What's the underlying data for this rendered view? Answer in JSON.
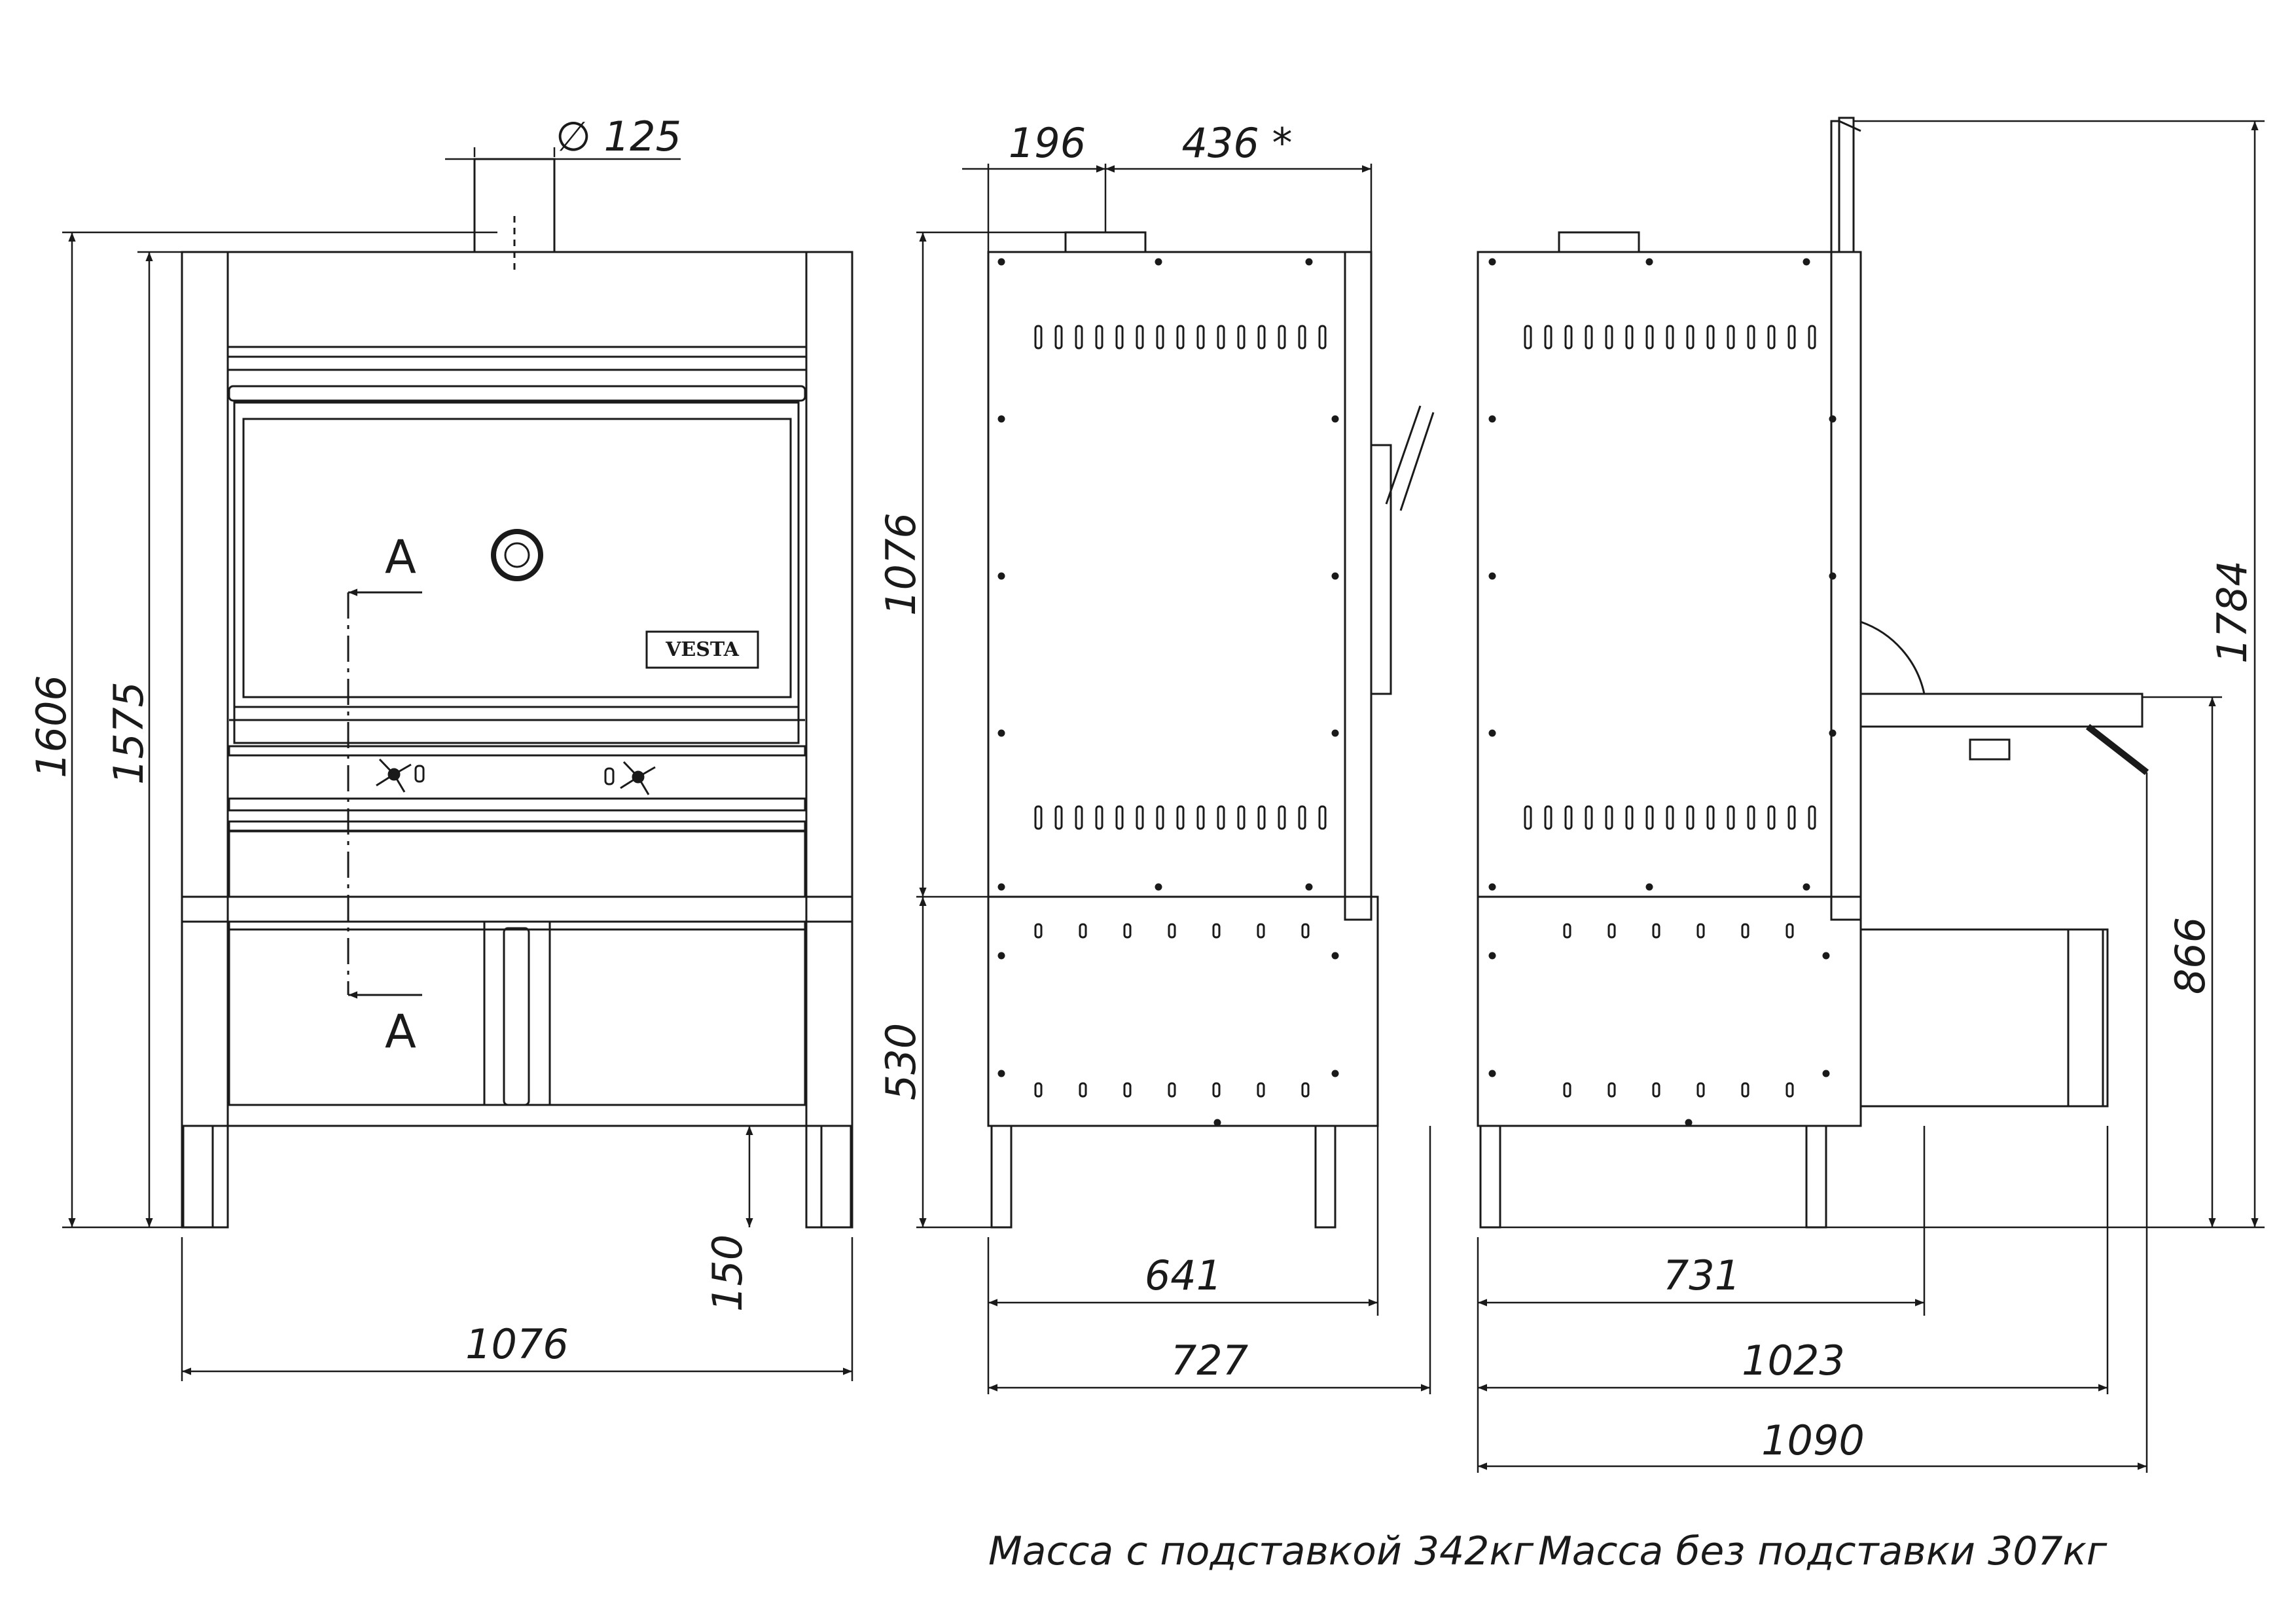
{
  "dimensions": {
    "front_width": "1076",
    "front_height_total": "1606",
    "front_height_body": "1575",
    "flue_diameter": "∅ 125",
    "leg_height": "150",
    "side_flue_offset": "196",
    "side_flue_to_back": "436 *",
    "side_upper_height": "1076",
    "side_stand_height": "530",
    "side_body_depth": "641",
    "side_total_depth": "727",
    "right_body_depth": "731",
    "right_depth_tray": "1023",
    "right_depth_total": "1090",
    "right_total_height": "1784",
    "right_tray_height": "866"
  },
  "section": {
    "top": "A",
    "bottom": "A"
  },
  "brand": "VESTA",
  "notes": {
    "mass_with_stand": "Масса с подставкой 342кг",
    "mass_without_stand": "Масса без подставки 307кг"
  }
}
